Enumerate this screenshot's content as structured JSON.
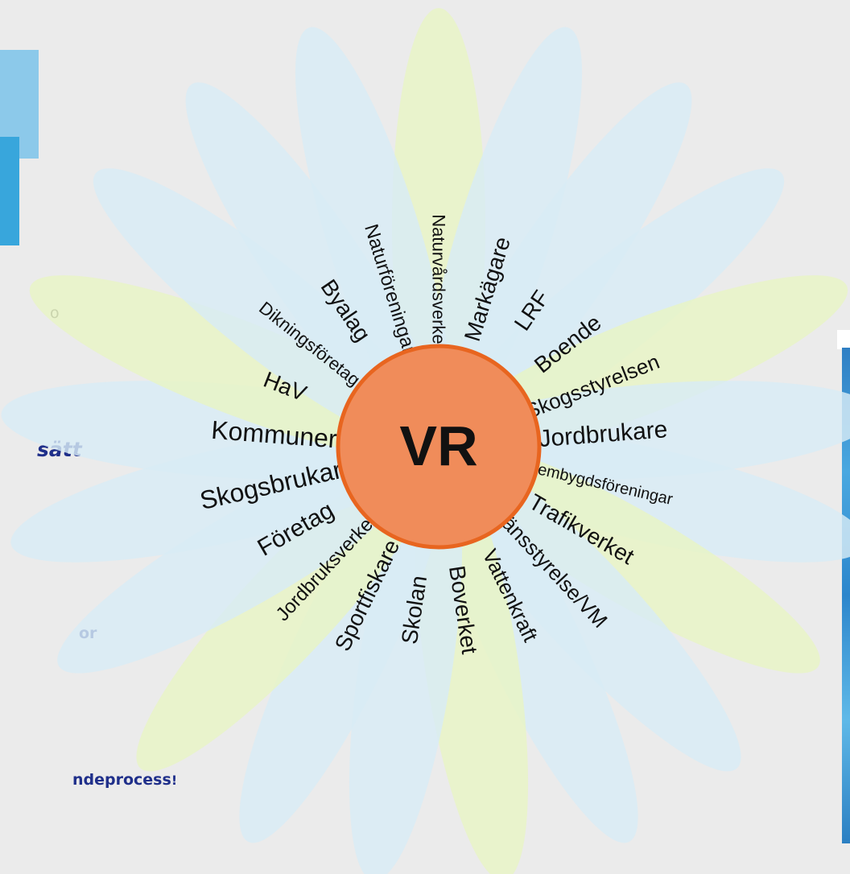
{
  "center_label": "VR",
  "petals": [
    {
      "label": "Naturvårdsverket",
      "kind": "green"
    },
    {
      "label": "Markägare",
      "kind": "blue"
    },
    {
      "label": "LRF",
      "kind": "blue"
    },
    {
      "label": "Boende",
      "kind": "blue"
    },
    {
      "label": "Skogsstyrelsen",
      "kind": "green"
    },
    {
      "label": "Jordbrukare",
      "kind": "blue"
    },
    {
      "label": "Hembygdsföreningar",
      "kind": "blue"
    },
    {
      "label": "Trafikverket",
      "kind": "green"
    },
    {
      "label": "Länsstyrelse/VM",
      "kind": "blue"
    },
    {
      "label": "Vattenkraft",
      "kind": "blue"
    },
    {
      "label": "Boverket",
      "kind": "green"
    },
    {
      "label": "Skolan",
      "kind": "blue"
    },
    {
      "label": "Sportfiskare",
      "kind": "blue"
    },
    {
      "label": "Jordbruksverket",
      "kind": "green"
    },
    {
      "label": "Företag",
      "kind": "blue"
    },
    {
      "label": "Skogsbrukare",
      "kind": "blue"
    },
    {
      "label": "Kommuner",
      "kind": "blue"
    },
    {
      "label": "HaV",
      "kind": "green"
    },
    {
      "label": "Dikningsföretag",
      "kind": "blue"
    },
    {
      "label": "Byalag",
      "kind": "blue"
    },
    {
      "label": "Naturföreningar",
      "kind": "blue"
    }
  ],
  "side_text": {
    "fragment_1": "o",
    "fragment_2": "sätt",
    "fragment_3": "or",
    "fragment_4": "ndeprocess",
    "fragment_4_end": "!"
  },
  "colors": {
    "background": "#ebebeb",
    "petal_green": "#e8f4c4",
    "petal_blue": "#d8ecf5",
    "center_fill": "#f08c5a",
    "center_stroke": "#e8651f",
    "text_blue": "#1f2f8a"
  }
}
